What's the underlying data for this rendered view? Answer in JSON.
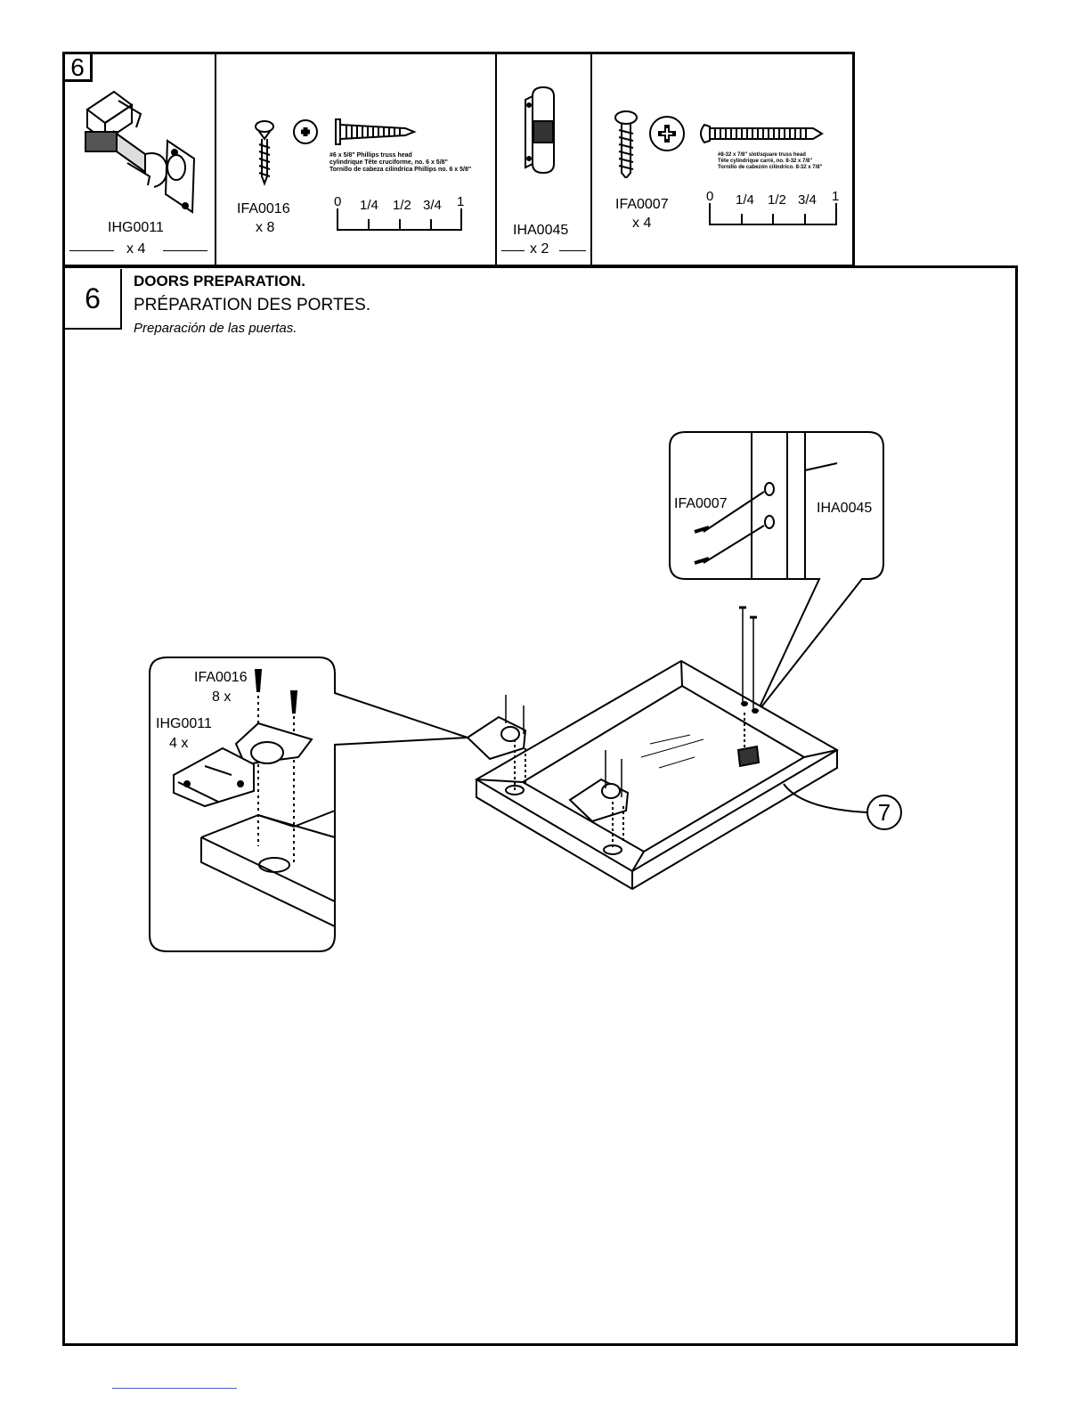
{
  "parts": {
    "step_badge": "6",
    "hinge": {
      "code": "IHG0011",
      "qty": "x 4"
    },
    "screw_small": {
      "code": "IFA0016",
      "qty": "x 8",
      "desc_en": "#6 x 5/8\" Phillips    truss head",
      "desc_fr": "cylindrique Tête  cruciforme, no. 6 x 5/8\"",
      "desc_es": "Tornillo de cabeza cilíndrica Phillips no. 6 x 5/8\""
    },
    "catch": {
      "code": "IHA0045",
      "qty": "x 2"
    },
    "screw_long": {
      "code": "IFA0007",
      "qty": "x 4",
      "desc_en": "#8-32 x 7/8\" slot/square truss head",
      "desc_fr": "Tête cylindrique carré, no. 8-32 x 7/8\"",
      "desc_es": "Tornillo de cabezón cilíndrico. 8-32 x 7/8\""
    },
    "ruler_labels": [
      "0",
      "1/4",
      "1/2",
      "3/4",
      "1"
    ]
  },
  "step": {
    "number": "6",
    "title_en": "DOORS PREPARATION.",
    "title_fr": "PRÉPARATION DES PORTES.",
    "title_es": "Preparación de las puertas."
  },
  "callouts": {
    "right_screw": "IFA0007",
    "right_catch": "IHA0045",
    "left_screw": "IFA0016",
    "left_screw_qty": "8 x",
    "left_hinge": "IHG0011",
    "left_hinge_qty": "4 x",
    "panel_number": "7"
  }
}
